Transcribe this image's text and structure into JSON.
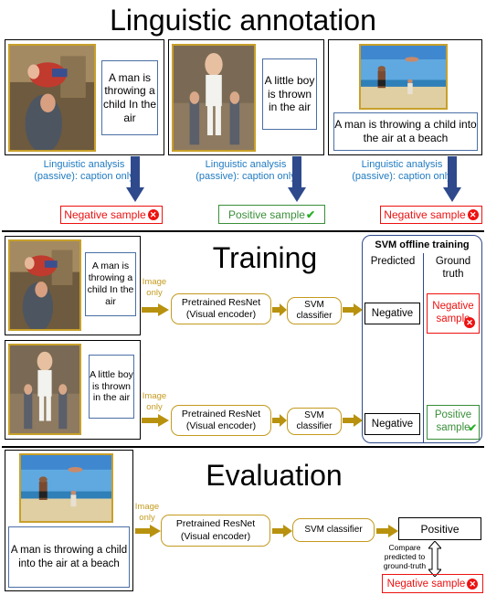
{
  "linguistic": {
    "title": "Linguistic annotation",
    "captions": [
      "A man is throwing a child In the air",
      "A little boy is thrown in the air",
      "A man is throwing a child into the air at a beach"
    ],
    "analysis_label": "Linguistic analysis (passive): caption only",
    "results": [
      "Negative sample",
      "Positive sample",
      "Negative sample"
    ]
  },
  "training": {
    "title": "Training",
    "image_only": "Image only",
    "captions": [
      "A man is throwing a child In the air",
      "A little boy is thrown in the air"
    ],
    "encoder": "Pretrained ResNet (Visual encoder)",
    "classifier": "SVM classifier",
    "svm_title": "SVM offline training",
    "col_predicted": "Predicted",
    "col_ground_truth": "Ground truth",
    "rows": [
      {
        "predicted": "Negative",
        "ground_truth": "Negative sample"
      },
      {
        "predicted": "Negative",
        "ground_truth": "Positive sample"
      }
    ]
  },
  "evaluation": {
    "title": "Evaluation",
    "image_only": "Image only",
    "caption": "A man is throwing a child into the air at a beach",
    "encoder": "Pretrained ResNet (Visual encoder)",
    "classifier": "SVM classifier",
    "predicted": "Positive",
    "compare_label": "Compare predicted to ground-truth",
    "ground_truth": "Negative sample"
  },
  "colors": {
    "caption_blue": "#1f7ac1",
    "photo_border_gold": "#c8a02a",
    "arrow_gold": "#b8920f",
    "arrow_navy": "#2e4a8c",
    "negative_red": "#ee1111",
    "positive_green": "#3a8f3a"
  }
}
